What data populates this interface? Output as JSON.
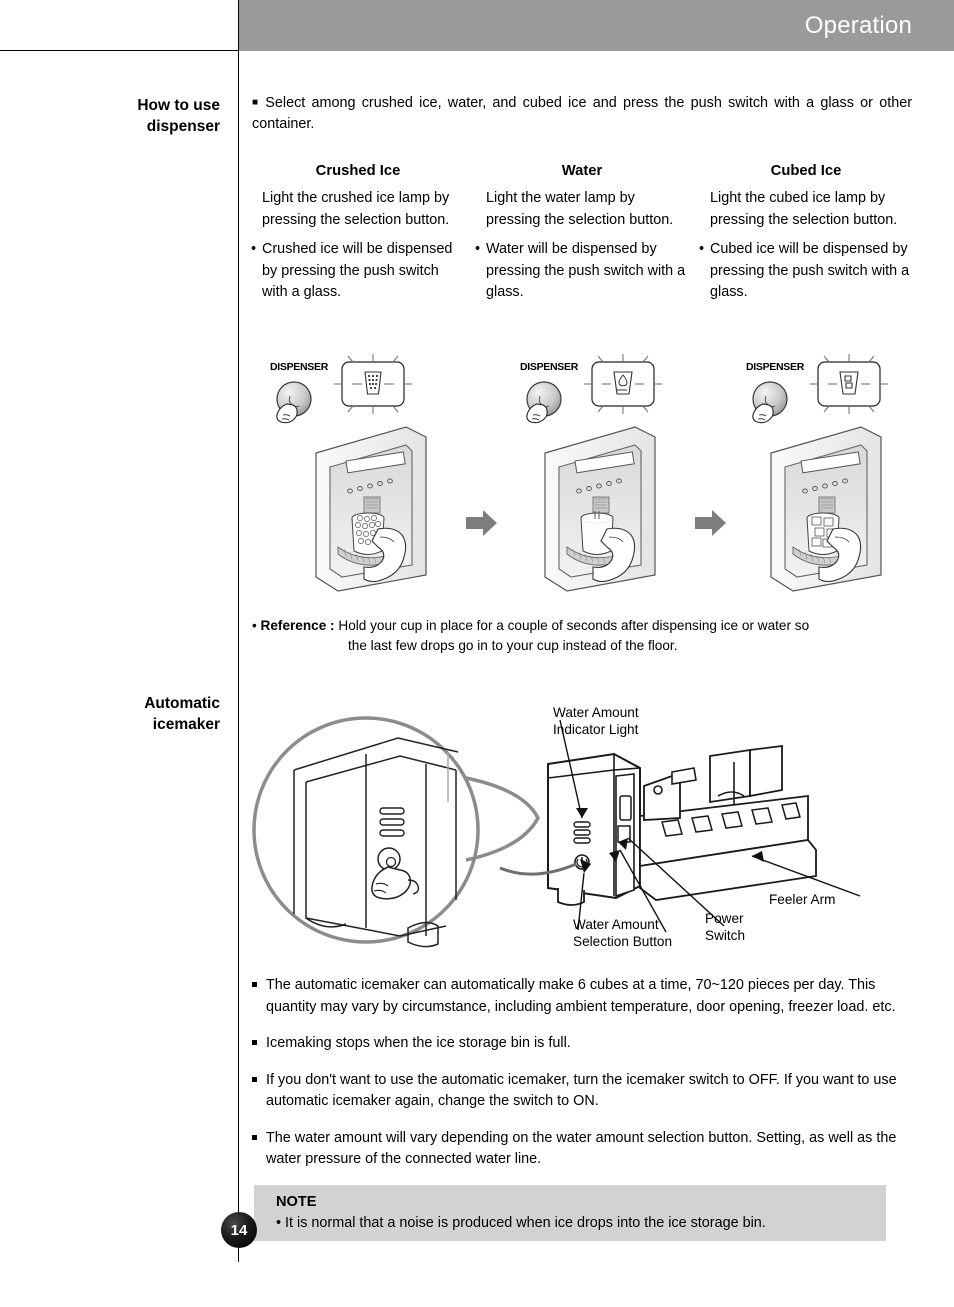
{
  "header": {
    "title": "Operation"
  },
  "sections": {
    "dispenser_heading_line1": "How to use",
    "dispenser_heading_line2": "dispenser",
    "icemaker_heading_line1": "Automatic",
    "icemaker_heading_line2": "icemaker"
  },
  "dispenser": {
    "lead": "Select among crushed ice, water, and cubed ice and press the push switch with a glass or other container.",
    "columns": [
      {
        "title": "Crushed Ice",
        "p1": "Light the crushed ice lamp by pressing the selection button.",
        "p2": "Crushed ice will be dispensed by pressing the push switch with a glass.",
        "icon_label": "DISPENSER",
        "icon_name": "crushed-ice-glass-icon"
      },
      {
        "title": "Water",
        "p1": "Light the water lamp by pressing the selection button.",
        "p2": "Water will be dispensed by pressing the push switch with a glass.",
        "icon_label": "DISPENSER",
        "icon_name": "water-glass-icon"
      },
      {
        "title": "Cubed Ice",
        "p1": "Light the cubed ice lamp by pressing the selection button.",
        "p2": "Cubed ice will be dispensed by pressing the push switch with a glass.",
        "icon_label": "DISPENSER",
        "icon_name": "cubed-ice-glass-icon"
      }
    ],
    "reference_label": "Reference :",
    "reference_line1": "Hold your cup in place for a couple of seconds after dispensing ice or water so",
    "reference_line2": "the last few drops go in to your cup instead of the floor."
  },
  "icemaker": {
    "labels": {
      "indicator": "Water Amount\nIndicator Light",
      "selection": "Water Amount\nSelection Button",
      "power": "Power\nSwitch",
      "feeler": "Feeler Arm"
    },
    "bullets": [
      "The automatic icemaker can automatically make 6 cubes at a time, 70~120 pieces per day. This quantity may vary by circumstance, including ambient temperature, door opening, freezer load. etc.",
      "Icemaking stops when the ice storage bin is full.",
      "If you don't want to use the automatic icemaker, turn the icemaker switch to  OFF. If you want to use automatic icemaker again, change the switch to ON.",
      "The water amount will vary depending on the water amount selection button. Setting, as well as the water pressure of the connected water line."
    ]
  },
  "note": {
    "title": "NOTE",
    "text": "• It is normal that a noise is produced when ice drops into the ice storage bin."
  },
  "page_number": "14",
  "colors": {
    "header_bar": "#9a9a9a",
    "note_bg": "#d2d2d2",
    "arrow": "#7d7d7d",
    "text": "#000000"
  }
}
